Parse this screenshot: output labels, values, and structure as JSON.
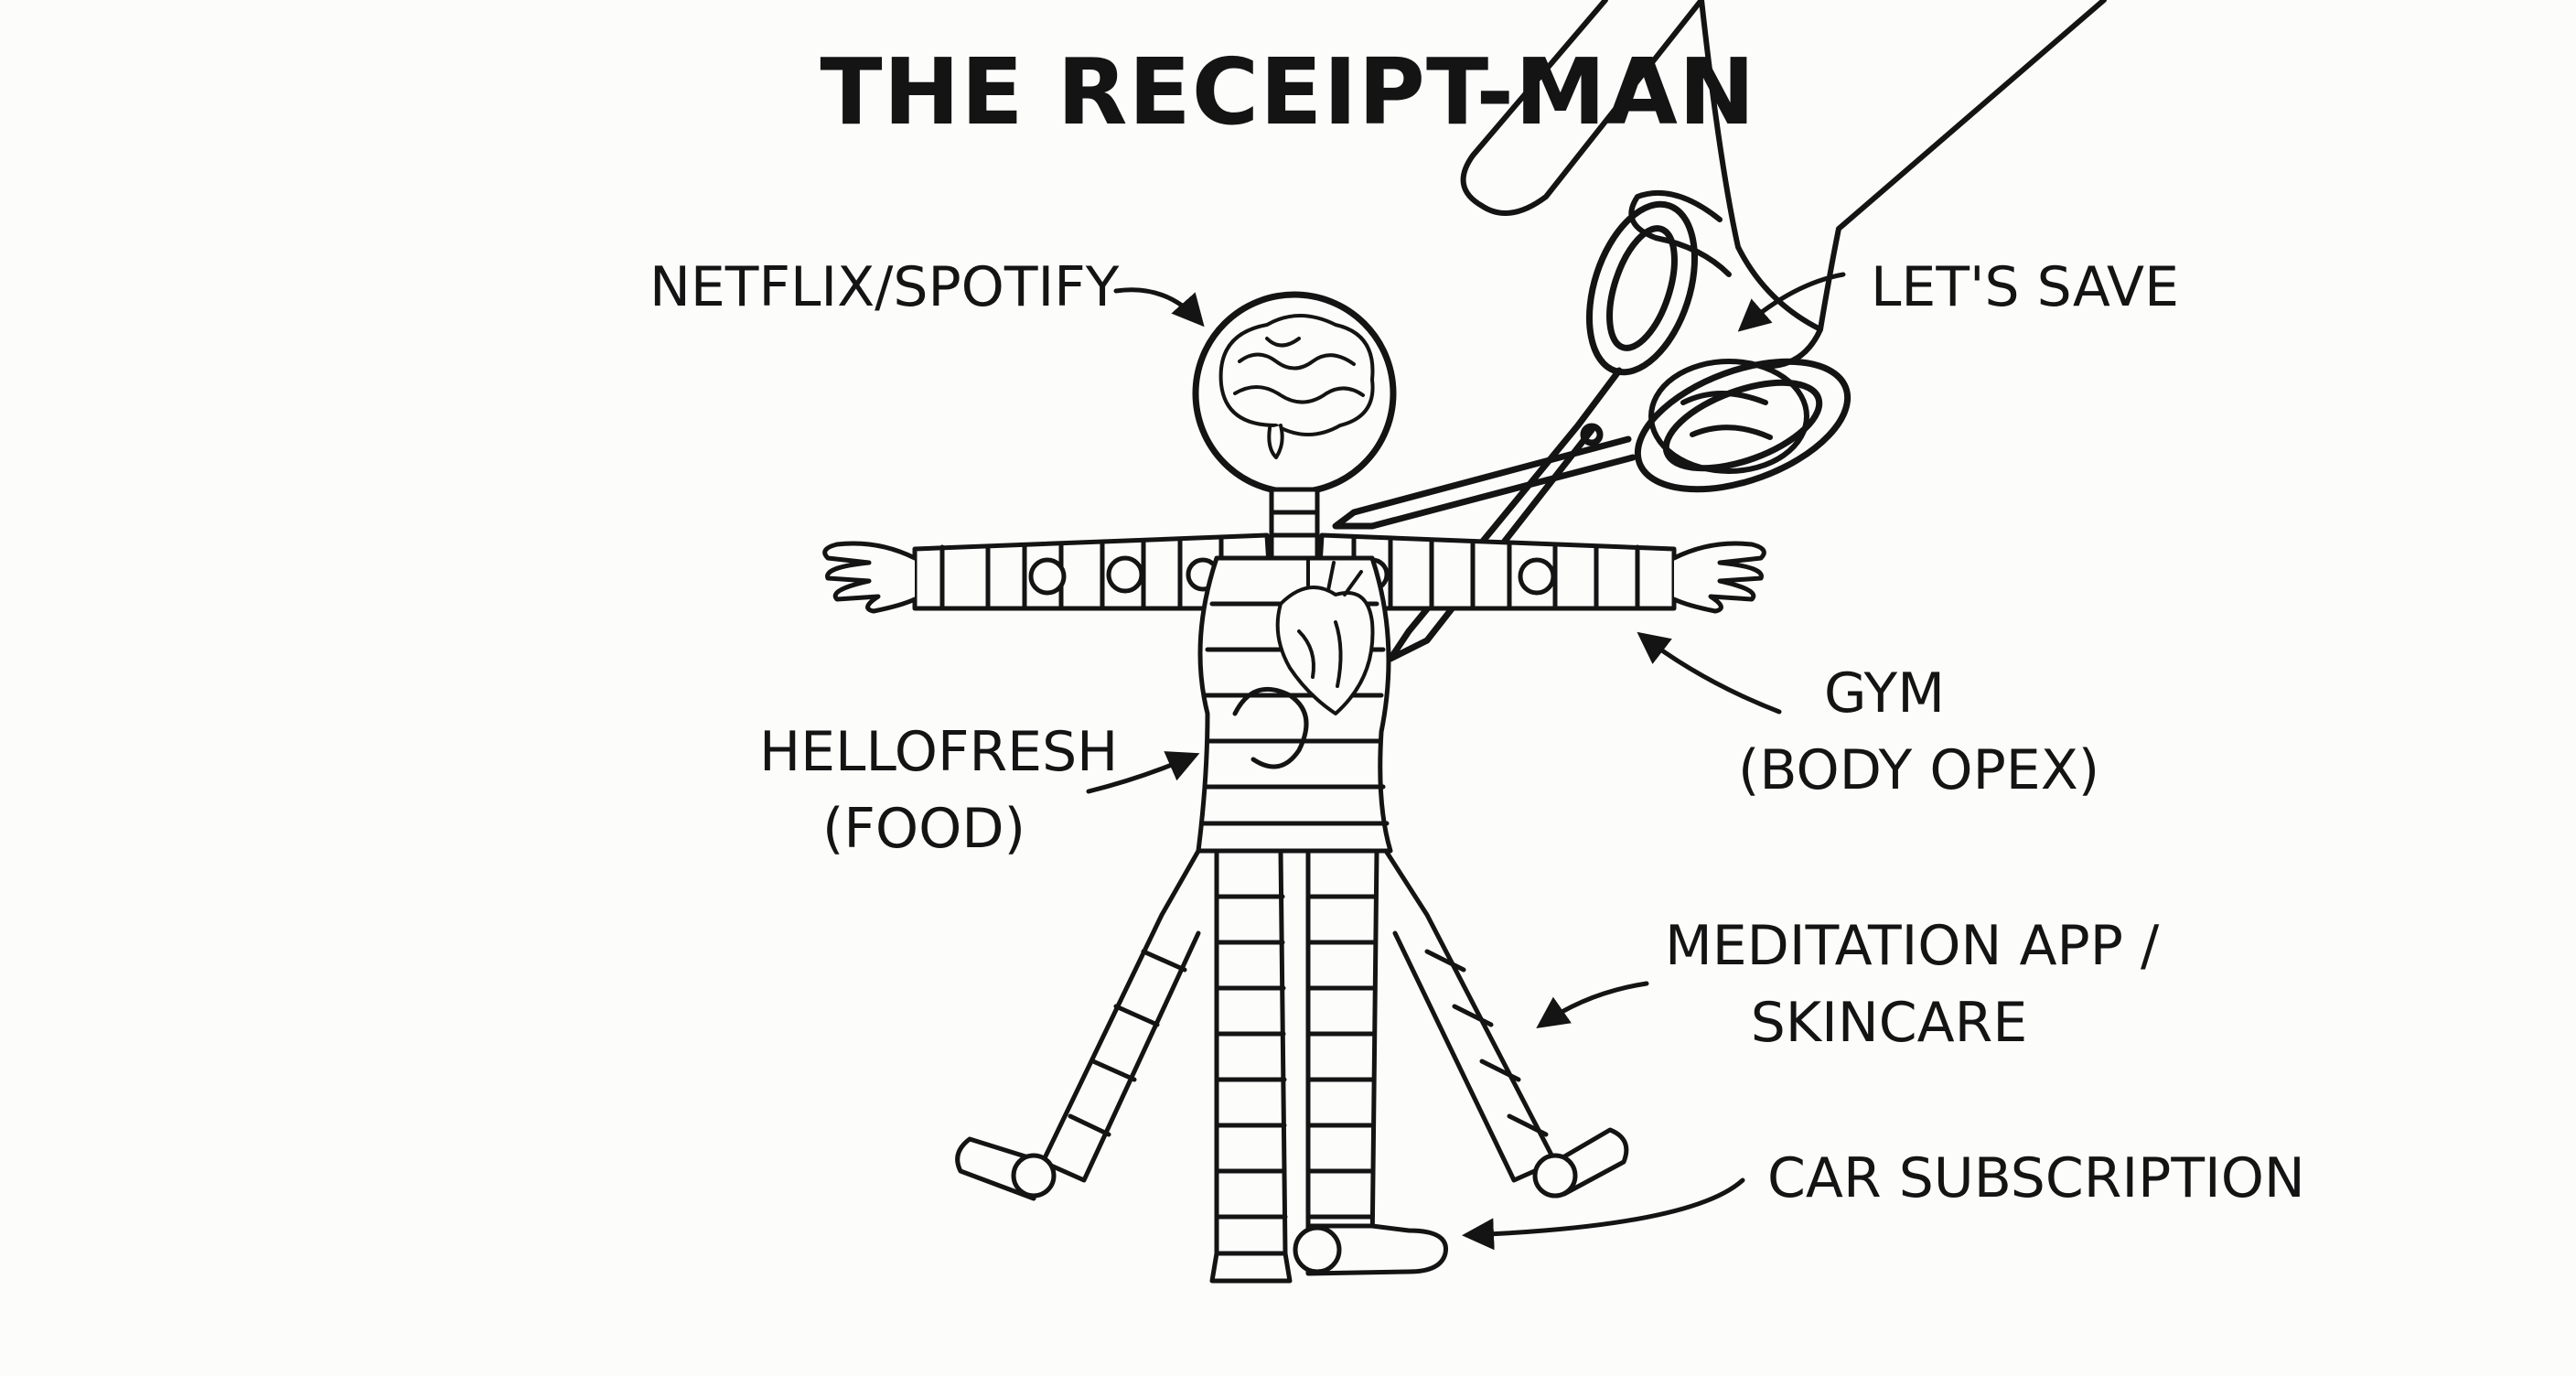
{
  "title": "THE RECEIPT-MAN",
  "labels": {
    "netflix": "NETFLIX/SPOTIFY",
    "lets_save": "LET'S SAVE",
    "gym": [
      "GYM",
      "(BODY OPEX)"
    ],
    "hellofresh": [
      "HELLOFRESH",
      "(FOOD)"
    ],
    "meditation": [
      "MEDITATION APP /",
      "SKINCARE"
    ],
    "car": "CAR SUBSCRIPTION"
  },
  "colors": {
    "ink": "#141414",
    "paper": "#fcfcfb"
  }
}
